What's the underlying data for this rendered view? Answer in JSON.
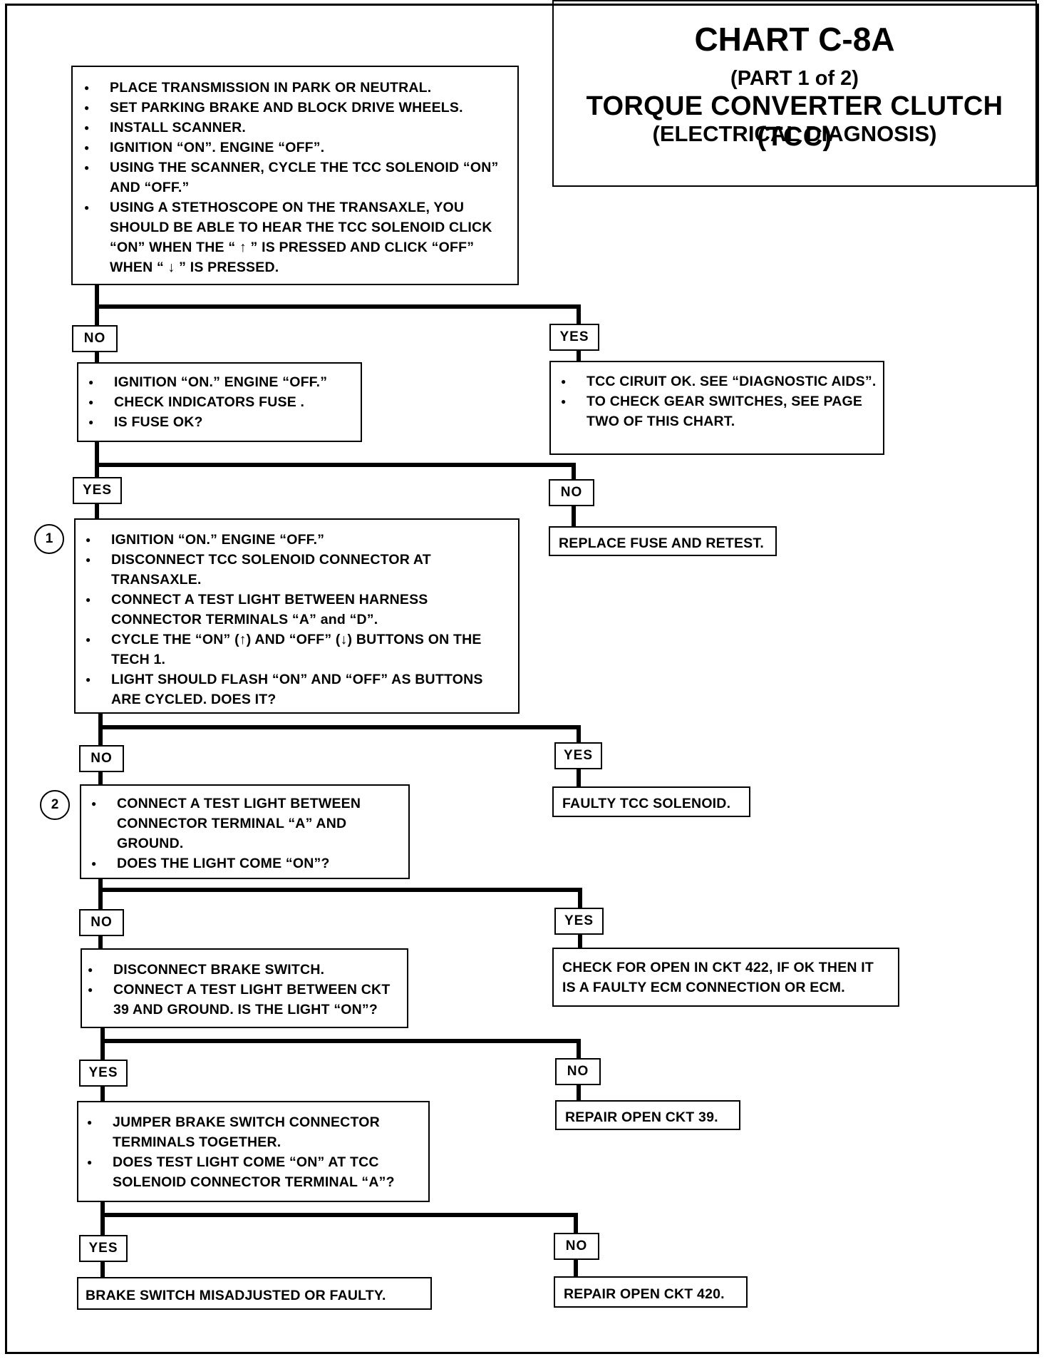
{
  "title": {
    "main": "CHART C-8A",
    "part": "(PART 1 of 2)",
    "subtitle": "TORQUE CONVERTER CLUTCH (TCC)",
    "subtitle2": "(ELECTRICAL DIAGNOSIS)"
  },
  "steps": {
    "s1": [
      "PLACE TRANSMISSION IN PARK OR NEUTRAL.",
      "SET PARKING BRAKE AND BLOCK DRIVE WHEELS.",
      "INSTALL  SCANNER.",
      "IGNITION “ON”.  ENGINE “OFF”.",
      "USING THE SCANNER, CYCLE THE TCC SOLENOID “ON” AND “OFF.”",
      "USING A STETHOSCOPE ON THE TRANSAXLE, YOU SHOULD BE ABLE TO HEAR THE TCC SOLENOID CLICK “ON” WHEN THE “ ↑ ” IS PRESSED AND CLICK “OFF” WHEN “ ↓ ” IS PRESSED."
    ],
    "s2": [
      "IGNITION “ON.”  ENGINE “OFF.”",
      "CHECK INDICATORS FUSE .",
      "IS FUSE OK?"
    ],
    "s2_yes": [
      "TCC CIRUIT OK.  SEE “DIAGNOSTIC AIDS”.",
      "TO CHECK GEAR SWITCHES, SEE PAGE TWO OF THIS CHART."
    ],
    "s2_no": "REPLACE FUSE AND RETEST.",
    "s3": [
      "IGNITION “ON.”  ENGINE “OFF.”",
      "DISCONNECT TCC SOLENOID CONNECTOR AT TRANSAXLE.",
      "CONNECT A TEST LIGHT BETWEEN HARNESS CONNECTOR TERMINALS “A” and “D”.",
      "CYCLE THE “ON” (↑) AND “OFF” (↓) BUTTONS ON THE TECH 1.",
      "LIGHT SHOULD FLASH “ON” AND “OFF” AS BUTTONS ARE CYCLED.  DOES IT?"
    ],
    "s3_yes": "FAULTY TCC SOLENOID.",
    "s4": [
      "CONNECT A TEST LIGHT BETWEEN CONNECTOR TERMINAL “A” AND GROUND.",
      "DOES THE LIGHT COME “ON”?"
    ],
    "s4_yes": "CHECK FOR OPEN IN CKT 422, IF OK THEN IT IS A FAULTY ECM CONNECTION OR ECM.",
    "s5": [
      "DISCONNECT BRAKE SWITCH.",
      "CONNECT A TEST LIGHT BETWEEN CKT 39 AND GROUND.  IS THE LIGHT “ON”?"
    ],
    "s5_no": "REPAIR OPEN CKT 39.",
    "s6": [
      "JUMPER BRAKE SWITCH CONNECTOR TERMINALS TOGETHER.",
      "DOES TEST LIGHT COME “ON” AT TCC SOLENOID CONNECTOR TERMINAL “A”?"
    ],
    "s6_yes": "BRAKE SWITCH MISADJUSTED OR FAULTY.",
    "s6_no": "REPAIR OPEN CKT 420."
  },
  "labels": {
    "yes": "YES",
    "no": "NO"
  },
  "markers": {
    "m1": "1",
    "m2": "2"
  }
}
